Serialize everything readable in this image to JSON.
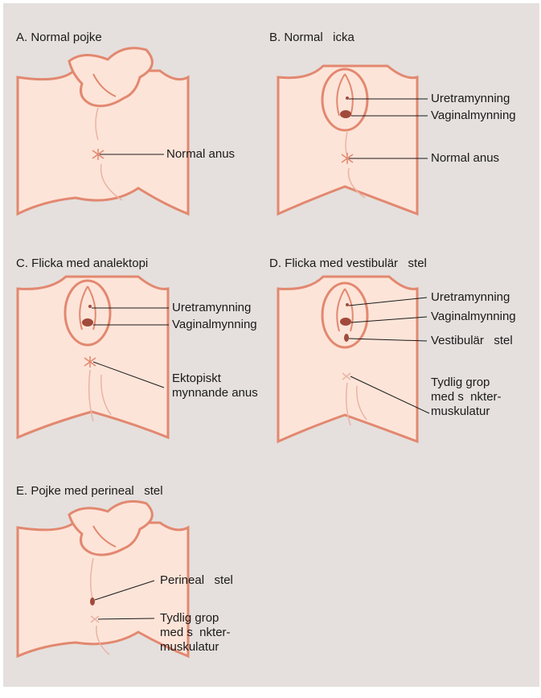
{
  "colors": {
    "background": "#e5e0dd",
    "skin": "#fde4d8",
    "outline": "#e28870",
    "detail": "#a14a3c",
    "leader": "#1a1a1a"
  },
  "panels": {
    "a": {
      "title": "A. Normal pojke",
      "labels": [
        "Normal anus"
      ]
    },
    "b": {
      "title": "B. Normal   icka",
      "labels": [
        "Uretramynning",
        "Vaginalmynning",
        "Normal anus"
      ]
    },
    "c": {
      "title": "C. Flicka med analektopi",
      "labels": [
        "Uretramynning",
        "Vaginalmynning",
        "Ektopiskt\nmynnande anus"
      ]
    },
    "d": {
      "title": "D. Flicka med vestibulär   stel",
      "labels": [
        "Uretramynning",
        "Vaginalmynning",
        "Vestibulär   stel",
        "Tydlig grop\nmed s  nkter-\nmuskulatur"
      ]
    },
    "e": {
      "title": "E. Pojke med perineal   stel",
      "labels": [
        "Perineal   stel",
        "Tydlig grop\nmed s  nkter-\nmuskulatur"
      ]
    }
  }
}
